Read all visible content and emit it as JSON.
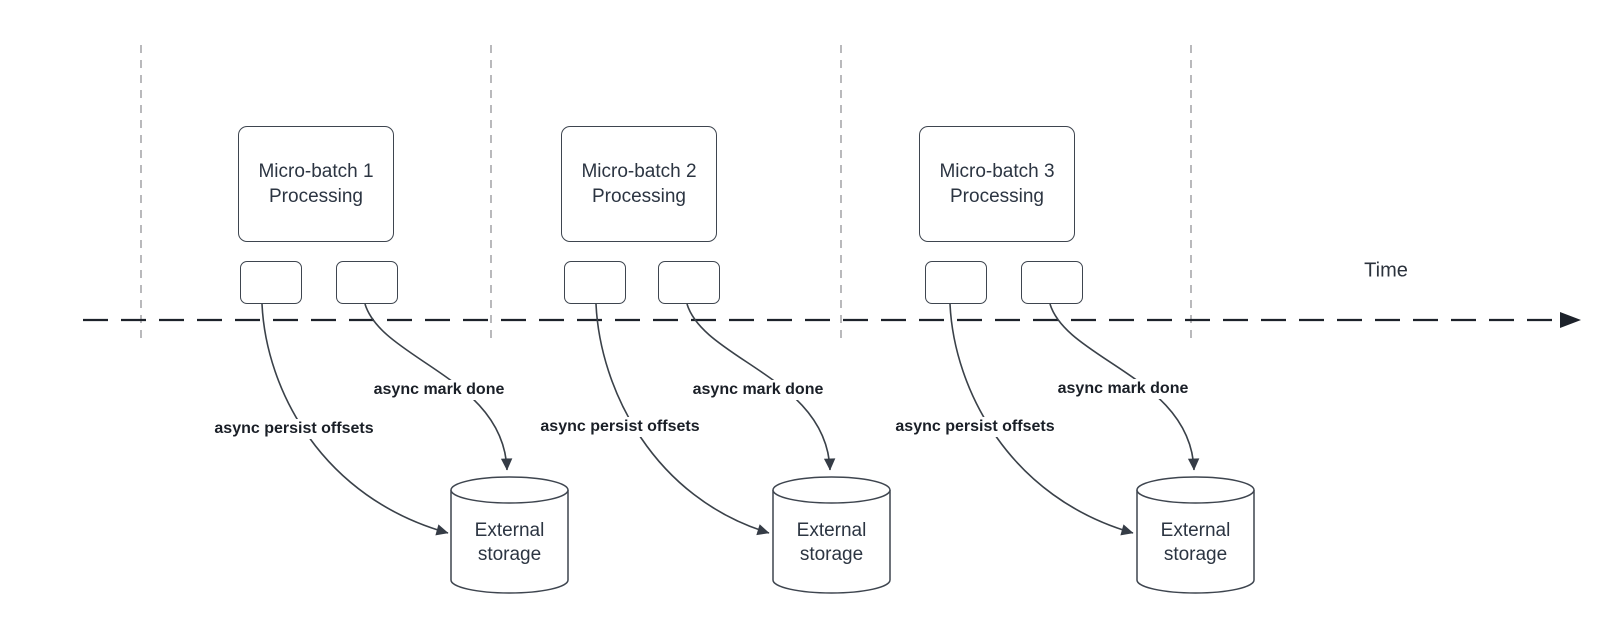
{
  "timeline": {
    "label": "Time"
  },
  "sections": [
    {
      "box_title_line1": "Micro-batch 1",
      "box_title_line2": "Processing",
      "persist_label": "async persist offsets",
      "done_label": "async mark done",
      "storage_line1": "External",
      "storage_line2": "storage"
    },
    {
      "box_title_line1": "Micro-batch 2",
      "box_title_line2": "Processing",
      "persist_label": "async persist offsets",
      "done_label": "async mark done",
      "storage_line1": "External",
      "storage_line2": "storage"
    },
    {
      "box_title_line1": "Micro-batch 3",
      "box_title_line2": "Processing",
      "persist_label": "async persist offsets",
      "done_label": "async mark done",
      "storage_line1": "External",
      "storage_line2": "storage"
    }
  ],
  "colors": {
    "background": "#ffffff",
    "shape_border": "#3e454f",
    "shape_text": "#2c3542",
    "connector": "#3a4149",
    "connector_label_text": "#1a1f27",
    "timeline_line": "#1d222a",
    "guide_line": "#a8a8ab"
  }
}
